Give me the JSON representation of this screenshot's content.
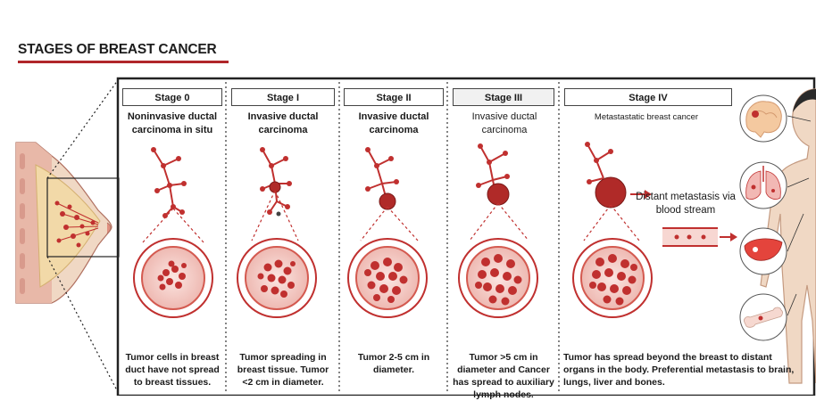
{
  "title": "STAGES OF BREAST CANCER",
  "colors": {
    "accent": "#b0262a",
    "tumor": "#c0302f",
    "cell_fill": "#f3c9c3",
    "tissue": "#f2d9a8",
    "skin": "#f0d8c4"
  },
  "stages": [
    {
      "label": "Stage 0",
      "subtitle": "Noninvasive ductal carcinoma in situ",
      "description": "Tumor cells in breast duct have not spread to breast tissues."
    },
    {
      "label": "Stage I",
      "subtitle": "Invasive ductal carcinoma",
      "description": "Tumor spreading in breast tissue. Tumor <2 cm in diameter."
    },
    {
      "label": "Stage II",
      "subtitle": "Invasive ductal carcinoma",
      "description": "Tumor 2-5 cm in diameter."
    },
    {
      "label": "Stage III",
      "subtitle": "Invasive ductal carcinoma",
      "description": "Tumor >5 cm in diameter and Cancer has spread to auxiliary lymph nodes."
    },
    {
      "label": "Stage IV",
      "subtitle": "Metastastatic breast cancer",
      "description": "Tumor has spread beyond the breast to distant organs in the body. Preferential metastasis to brain, lungs, liver and bones."
    }
  ],
  "metastasis_label": "Distant metastasis via blood stream",
  "organs": [
    "brain-icon",
    "lungs-icon",
    "liver-icon",
    "bone-icon"
  ]
}
